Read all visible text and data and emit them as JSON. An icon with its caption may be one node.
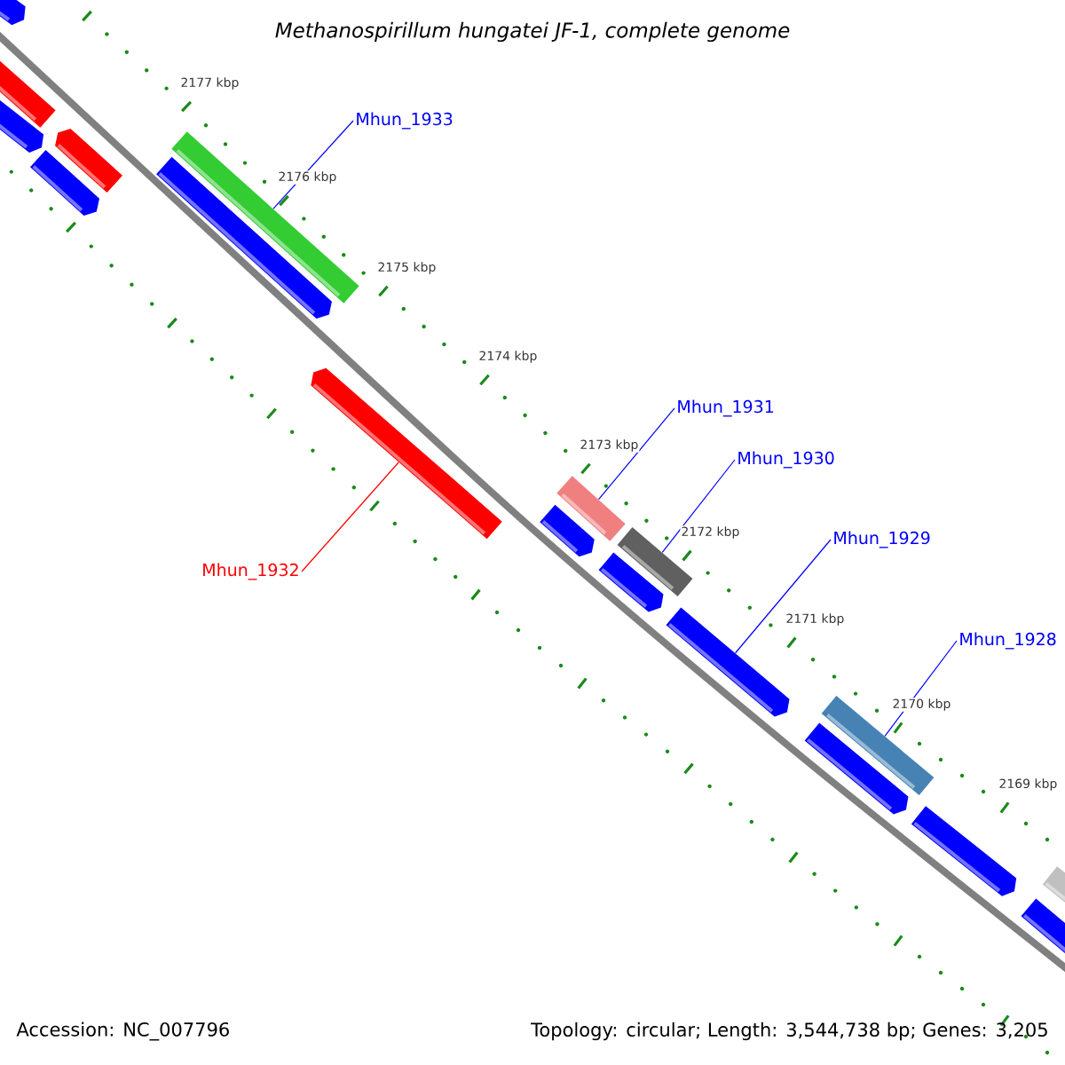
{
  "diagram": {
    "title": "Methanospirillum hungatei JF-1, complete genome",
    "nodes": [
      {
        "text": [
          "Mhun_1933"
        ]
      },
      {
        "text": [],
        "shape": "bar"
      },
      {
        "text": [],
        "shape": "arrow"
      },
      {
        "text": [
          "Mhun_1931"
        ]
      },
      {
        "text": [],
        "shape": "bar"
      },
      {
        "text": [
          "Mhun_1930"
        ]
      },
      {
        "text": [],
        "shape": "bar"
      },
      {
        "text": [
          "Mhun_1929"
        ]
      },
      {
        "text": [
          "Mhun_1932"
        ]
      },
      {
        "text": [],
        "shape": "arrow"
      },
      {
        "text": [
          "Mhun_1928"
        ]
      },
      {
        "text": [],
        "shape": "bar"
      }
    ],
    "edges": [
      {
        "from": 0,
        "to": 1,
        "arrow": "none"
      },
      {
        "from": 3,
        "to": 4,
        "arrow": "none"
      },
      {
        "from": 5,
        "to": 6,
        "arrow": "none"
      },
      {
        "from": 7,
        "to": 9,
        "arrow": "none"
      },
      {
        "from": 8,
        "to": 2,
        "arrow": "none",
        "color": "#ff0000"
      },
      {
        "from": 10,
        "to": 11,
        "arrow": "none"
      }
    ],
    "labels": [
      "2177 kbp",
      "2176 kbp",
      "2175 kbp",
      "2174 kbp",
      "2173 kbp",
      "2172 kbp",
      "2171 kbp",
      "2170 kbp",
      "2169 kbp",
      "Accession: NC_007796",
      "Topology: circular; Length: 3,544,738 bp; Genes: 3,205"
    ]
  }
}
